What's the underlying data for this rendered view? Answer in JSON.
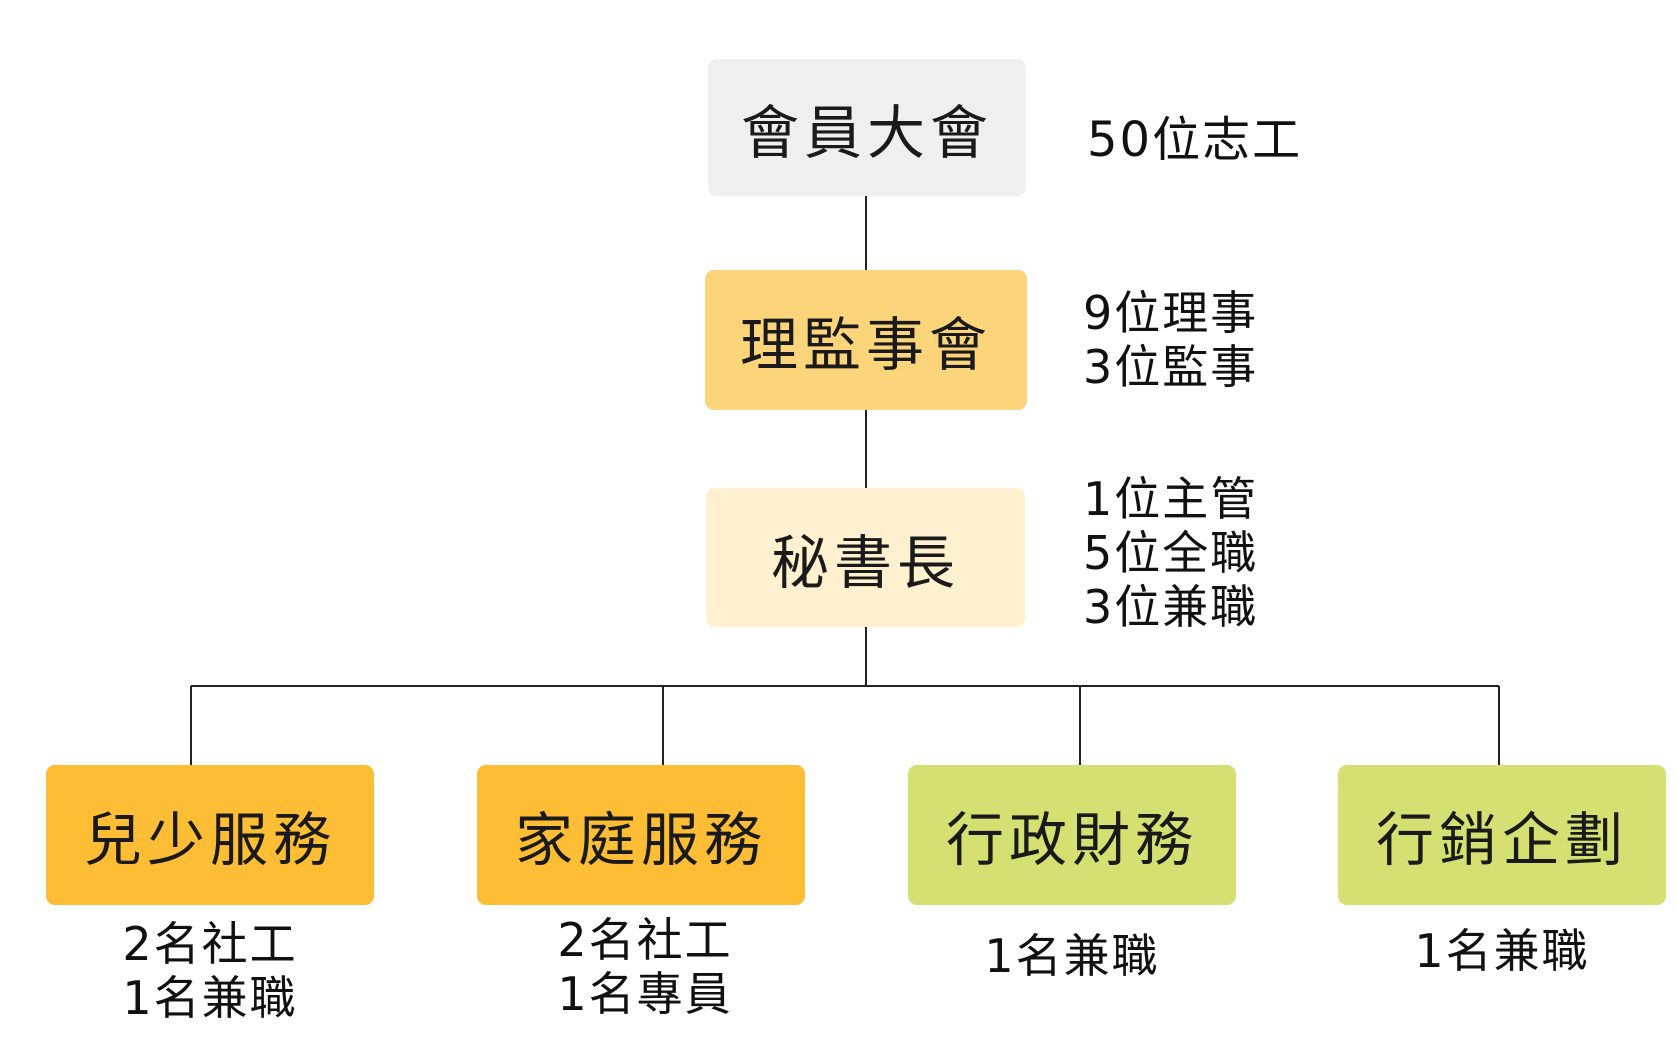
{
  "colors": {
    "general_assembly": "#efefef",
    "board": "#fcd57a",
    "secretary": "#fff0cf",
    "service_dept": "#fdbd35",
    "admin_dept": "#d5df72",
    "connector": "#222222"
  },
  "nodes": {
    "general_assembly": {
      "label": "會員大會",
      "notes": [
        "50位志工"
      ]
    },
    "board": {
      "label": "理監事會",
      "notes": [
        "9位理事",
        "3位監事"
      ]
    },
    "secretary": {
      "label": "秘書長",
      "notes": [
        "1位主管",
        "5位全職",
        "3位兼職"
      ]
    }
  },
  "departments": [
    {
      "label": "兒少服務",
      "notes": [
        "2名社工",
        "1名兼職"
      ]
    },
    {
      "label": "家庭服務",
      "notes": [
        "2名社工",
        "1名專員"
      ]
    },
    {
      "label": "行政財務",
      "notes": [
        "1名兼職"
      ]
    },
    {
      "label": "行銷企劃",
      "notes": [
        "1名兼職"
      ]
    }
  ]
}
